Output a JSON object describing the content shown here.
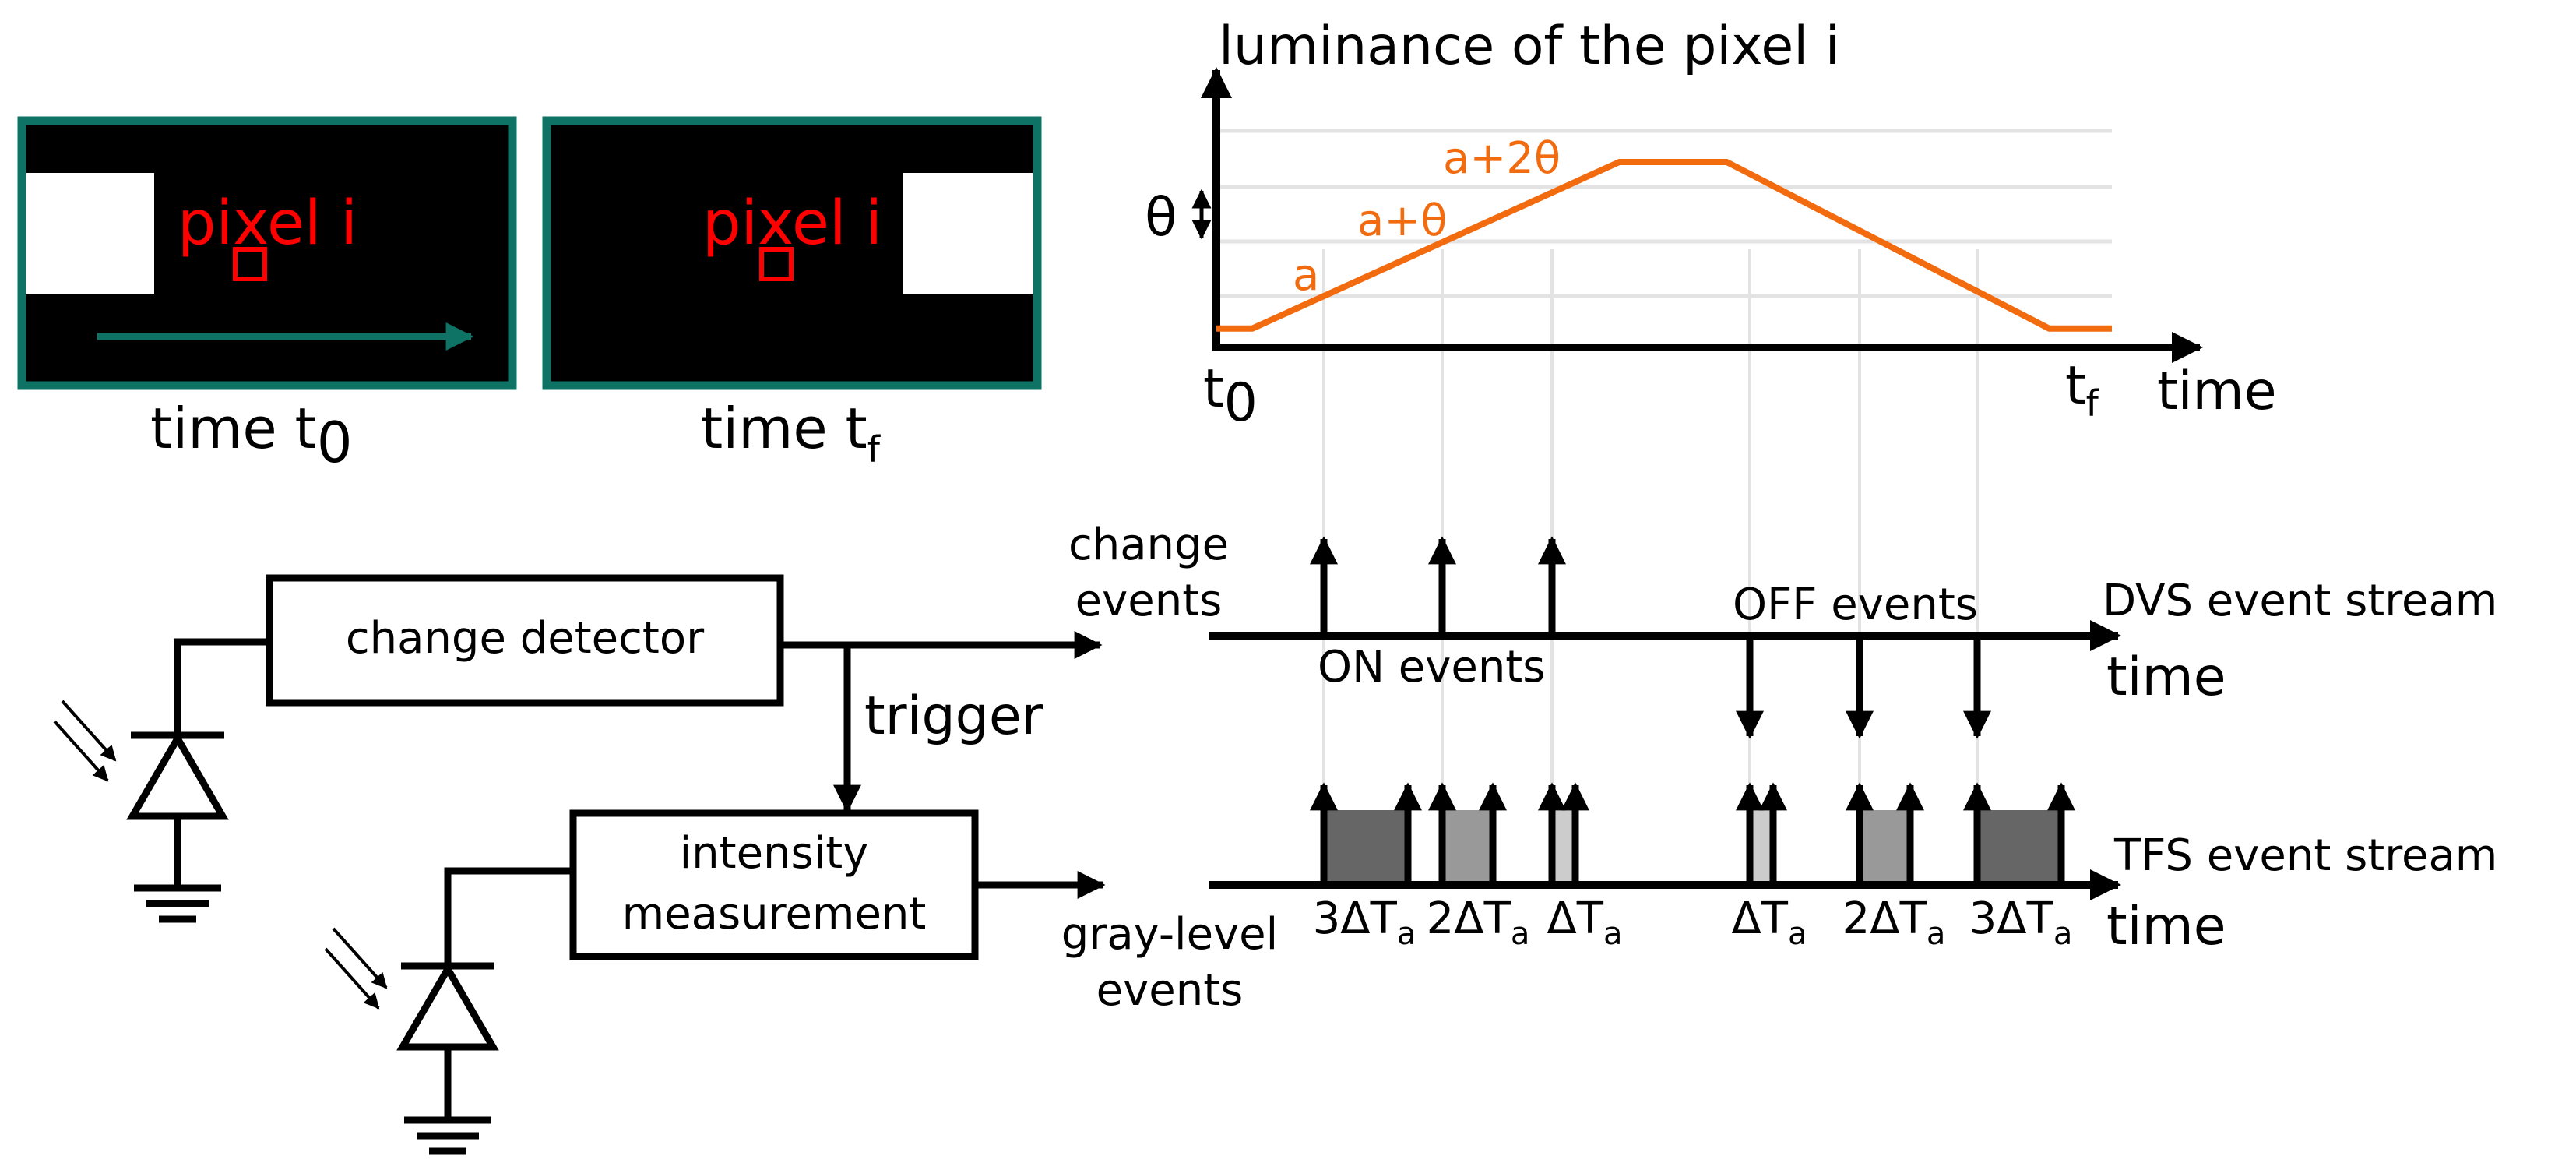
{
  "frames": {
    "frame_t0": {
      "pixel_label": "pixel i",
      "caption": "time t",
      "caption_sub": "0"
    },
    "frame_tf": {
      "pixel_label": "pixel i",
      "caption": "time t",
      "caption_sub": "f"
    }
  },
  "luminance_plot": {
    "title": "luminance of the pixel i",
    "threshold_label": "θ",
    "level_labels": [
      "a",
      "a+θ",
      "a+2θ"
    ],
    "x_start": "t",
    "x_start_sub": "0",
    "x_end": "t",
    "x_end_sub": "f",
    "x_label": "time",
    "profile": [
      [
        0,
        0.05
      ],
      [
        0.04,
        0.05
      ],
      [
        0.45,
        1.0
      ],
      [
        0.57,
        1.0
      ],
      [
        0.93,
        0.05
      ],
      [
        1.0,
        0.05
      ]
    ],
    "line_color": "#f26b0f"
  },
  "circuit": {
    "change_detector": "change detector",
    "trigger": "trigger",
    "intensity_line1": "intensity",
    "intensity_line2": "measurement"
  },
  "dvs_stream": {
    "input_label_line1": "change",
    "input_label_line2": "events",
    "on_label": "ON events",
    "off_label": "OFF events",
    "stream_label": "DVS event stream",
    "time_label": "time"
  },
  "tfs_stream": {
    "input_label_line1": "gray-level",
    "input_label_line2": "events",
    "stream_label": "TFS event stream",
    "time_label": "time",
    "intervals": [
      {
        "coef": "3",
        "label": "ΔT",
        "sub": "a",
        "shade": "#666666"
      },
      {
        "coef": "2",
        "label": "ΔT",
        "sub": "a",
        "shade": "#999999"
      },
      {
        "coef": "",
        "label": "ΔT",
        "sub": "a",
        "shade": "#cccccc"
      },
      {
        "coef": "",
        "label": "ΔT",
        "sub": "a",
        "shade": "#cccccc"
      },
      {
        "coef": "2",
        "label": "ΔT",
        "sub": "a",
        "shade": "#999999"
      },
      {
        "coef": "3",
        "label": "ΔT",
        "sub": "a",
        "shade": "#666666"
      }
    ]
  },
  "colors": {
    "frame_border": "#0e7265",
    "pixel_marker": "#ff0000"
  }
}
